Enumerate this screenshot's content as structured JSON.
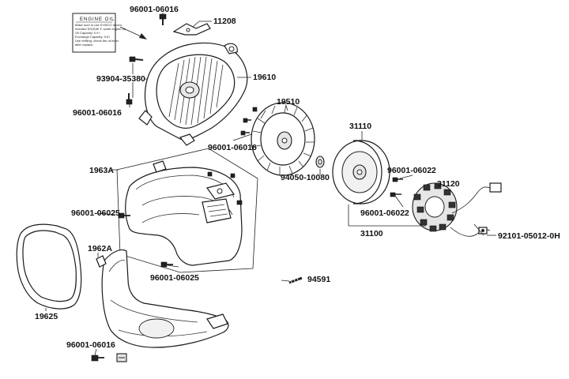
{
  "labels": {
    "bolt_top": "96001-06016",
    "bracket": "11208",
    "screw_left": "93904-35380",
    "shroud_part": "19610",
    "bolt_left": "96001-06016",
    "fan": "19510",
    "bolt_fan": "96001-06016",
    "cover_assy": "1963A",
    "flywheel": "31110",
    "bolt_stator_top": "96001-06022",
    "stator": "31120",
    "washer": "94050-10080",
    "bolt_stator_bot": "96001-06022",
    "bolt_cover_left": "96001-06025",
    "bolt_cover_right": "96001-06025",
    "clamp": "92101-05012-0H",
    "generator_assy": "31100",
    "lower_assy": "1962A",
    "bolt_lower": "96001-06016",
    "gasket": "19625",
    "pin": "94591"
  },
  "warning_tag": {
    "title": "ENGINE OIL",
    "lines": [
      "Make sure to use KYMCO recom-",
      "mended SG(SAE F-ocide engine oil,",
      "Oil Capacity: 0.9 l",
      "Exchange Capacity: 0.8 l",
      "Use refilling: check the oil level",
      "after replace."
    ]
  }
}
